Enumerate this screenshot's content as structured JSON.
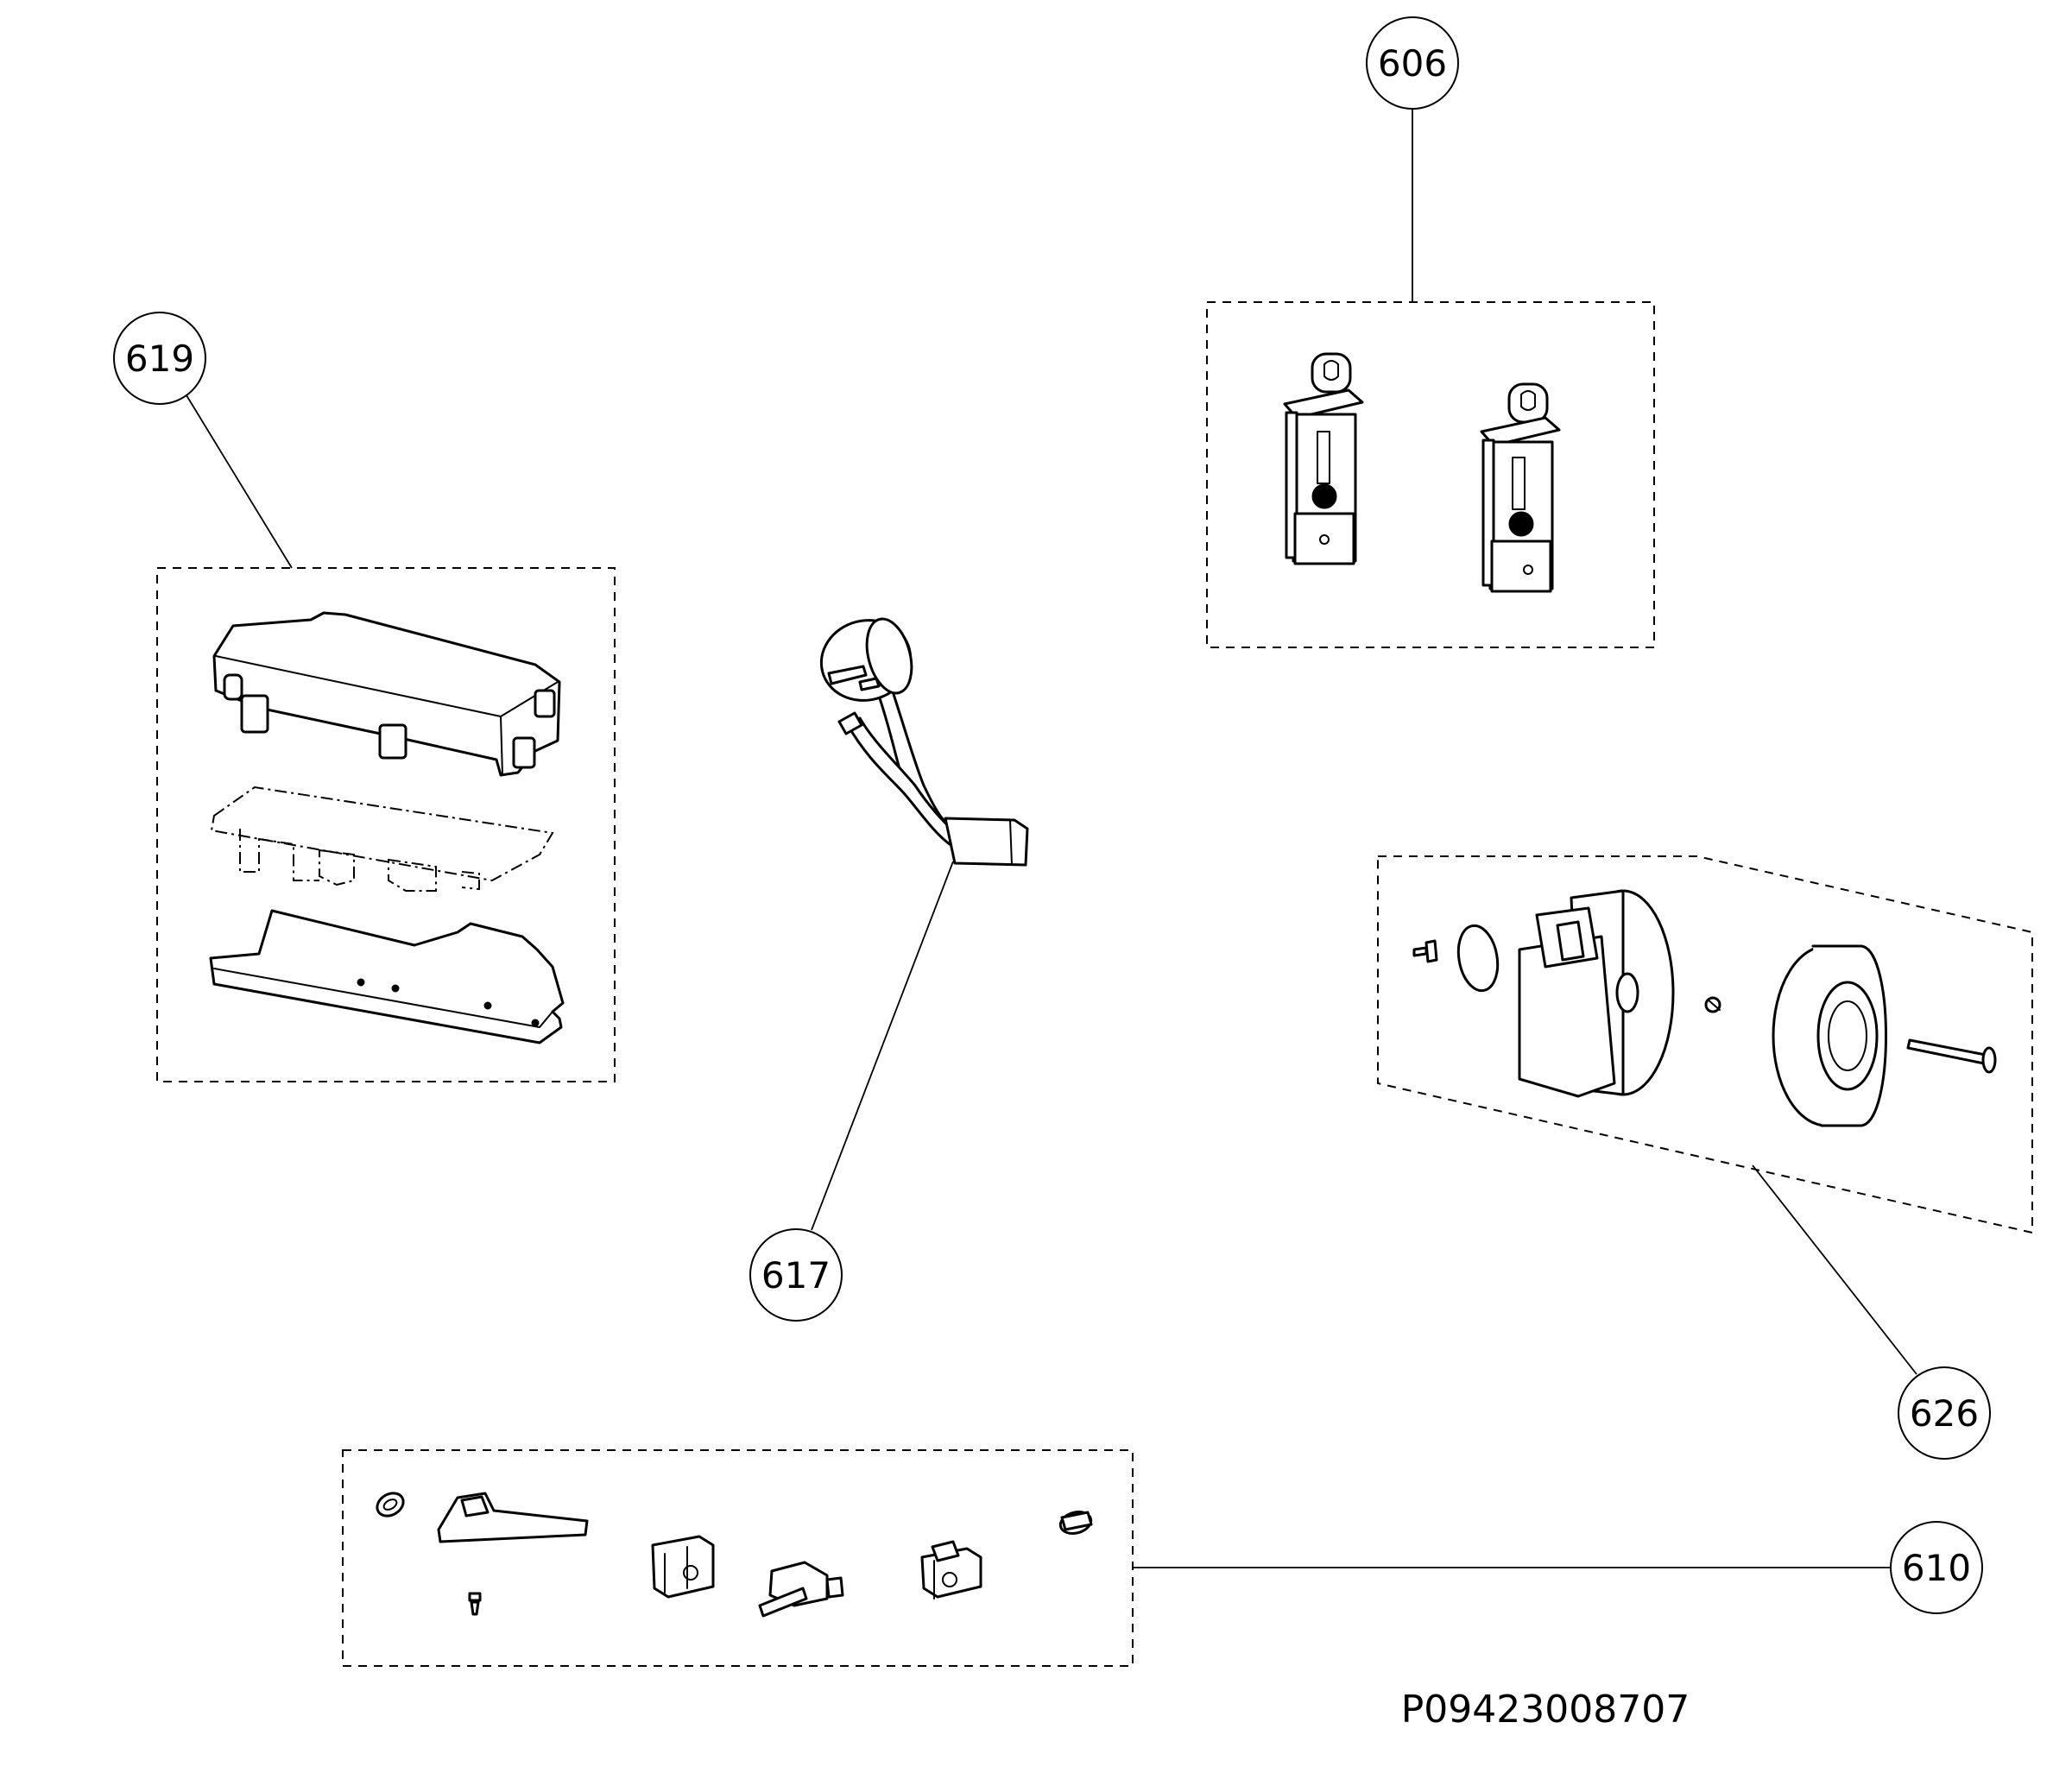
{
  "callouts": [
    {
      "id": "606",
      "label": "606"
    },
    {
      "id": "619",
      "label": "619"
    },
    {
      "id": "617",
      "label": "617"
    },
    {
      "id": "626",
      "label": "626"
    },
    {
      "id": "610",
      "label": "610"
    }
  ],
  "diagram_code": "P09423008707"
}
